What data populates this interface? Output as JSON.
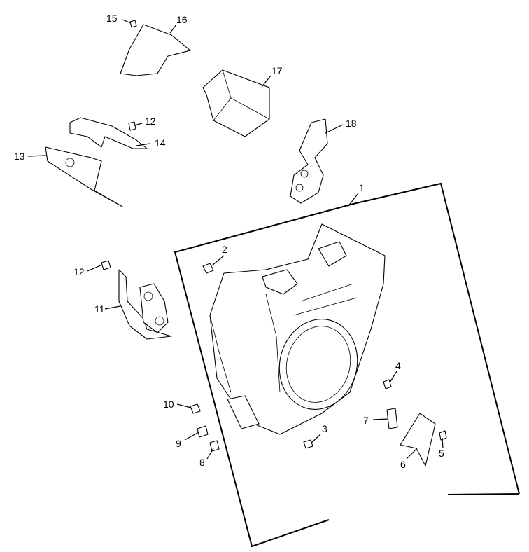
{
  "callouts": {
    "c1": "1",
    "c2": "2",
    "c3": "3",
    "c4": "4",
    "c5": "5",
    "c6": "6",
    "c7": "7",
    "c8": "8",
    "c9": "9",
    "c10": "10",
    "c11": "11",
    "c12a": "12",
    "c12b": "12",
    "c13": "13",
    "c14": "14",
    "c15": "15",
    "c16": "16",
    "c17": "17",
    "c18": "18"
  }
}
